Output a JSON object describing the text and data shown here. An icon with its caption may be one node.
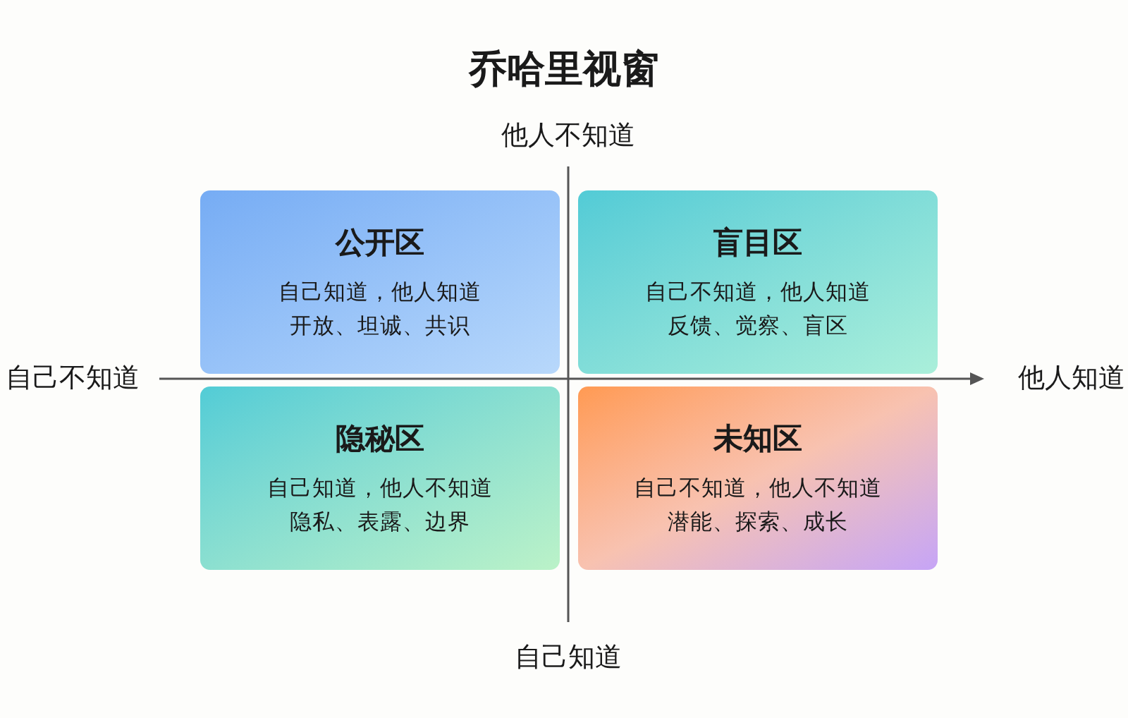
{
  "diagram": {
    "title": "乔哈里视窗",
    "nodes": [
      {
        "text": [
          "公开区",
          "自己知道，他人知道",
          "开放、坦诚、共识"
        ]
      },
      {
        "text": [
          "盲目区",
          "自己不知道，他人知道",
          "反馈、觉察、盲区"
        ]
      },
      {
        "text": [
          "隐秘区",
          "自己知道，他人不知道",
          "隐私、表露、边界"
        ]
      },
      {
        "text": [
          "未知区",
          "自己不知道，他人不知道",
          "潜能、探索、成长"
        ]
      }
    ],
    "labels": [
      "他人不知道",
      "自己不知道",
      "他人知道",
      "自己知道"
    ]
  }
}
